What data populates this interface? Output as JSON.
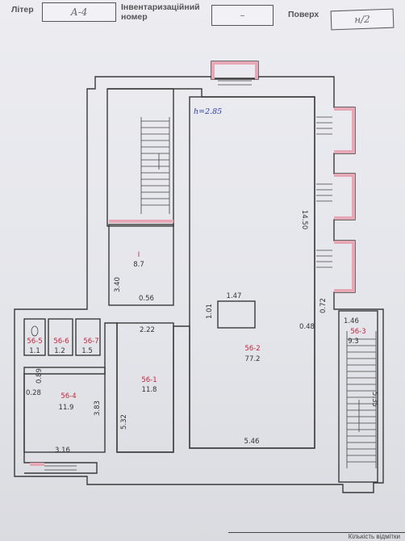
{
  "header": {
    "liter_label": "Літер",
    "liter_value": "А-4",
    "inventory_label": "Інвентаризаційний номер",
    "inventory_value": "–",
    "floor_label": "Поверх",
    "floor_value": "н/2"
  },
  "plan": {
    "ceiling_height": "h=2.85",
    "rooms": [
      {
        "number": "I",
        "area": "8.7"
      },
      {
        "number": "56-1",
        "area": "11.8"
      },
      {
        "number": "56-2",
        "area": "77.2"
      },
      {
        "number": "56-3",
        "area": "9.3"
      },
      {
        "number": "56-4",
        "area": "11.9"
      },
      {
        "number": "56-5",
        "area": "1.1"
      },
      {
        "number": "56-6",
        "area": "1.2"
      },
      {
        "number": "56-7",
        "area": "1.5"
      }
    ],
    "dimensions": [
      "14.50",
      "5.46",
      "1.47",
      "1.01",
      "0.72",
      "0.48",
      "1.46",
      "5.35",
      "3.40",
      "0.56",
      "2.22",
      "5.32",
      "3.83",
      "3.16",
      "0.89",
      "0.28"
    ]
  },
  "footer_text": "Кількість відмітки"
}
